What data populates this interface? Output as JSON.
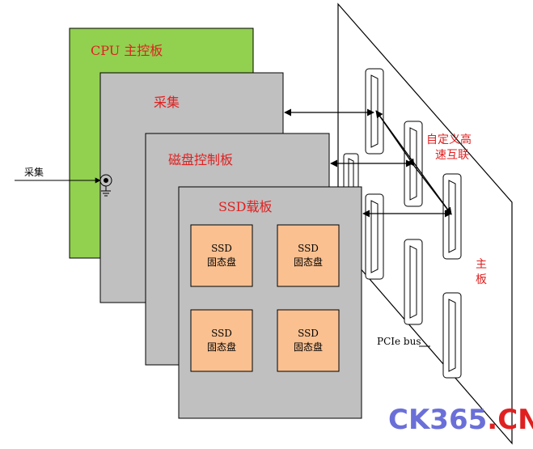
{
  "labels": {
    "cpu_board": "CPU 主控板",
    "acq_board": "采集",
    "disk_board": "磁盘控制板",
    "ssd_board": "SSD载板",
    "acq_input": "采集",
    "high_speed_line1": "自定义高",
    "high_speed_line2": "速互联",
    "main_board_line1": "主",
    "main_board_line2": "板",
    "pcie_bus": "PCIe bus"
  },
  "ssd_modules": [
    {
      "line1": "SSD",
      "line2": "固态盘"
    },
    {
      "line1": "SSD",
      "line2": "固态盘"
    },
    {
      "line1": "SSD",
      "line2": "固态盘"
    },
    {
      "line1": "SSD",
      "line2": "固态盘"
    }
  ],
  "watermark": {
    "part1": "CK365",
    "part2": ".CN"
  },
  "colors": {
    "cpu_board": "#92d050",
    "gray_board": "#c0c0c0",
    "ssd_module": "#fac090",
    "label_red": "#e02020",
    "watermark_blue": "#6a6fd8",
    "watermark_red": "#e02020"
  }
}
